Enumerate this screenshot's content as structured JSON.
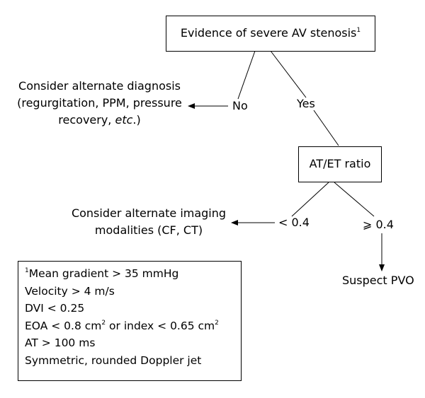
{
  "nodes": {
    "top": {
      "text": "Evidence of severe AV stenosis",
      "sup": "1"
    },
    "alt_diag": {
      "line1": "Consider alternate diagnosis",
      "line2": "(regurgitation, PPM, pressure",
      "line3_pre": "recovery, ",
      "line3_em": "etc",
      "line3_post": ".)"
    },
    "ratio": {
      "text": "AT/ET ratio"
    },
    "alt_imaging": {
      "line1": "Consider alternate imaging",
      "line2": "modalities (CF, CT)"
    },
    "pvo": {
      "text": "Suspect PVO"
    }
  },
  "edges": {
    "no": "No",
    "yes": "Yes",
    "lt": "< 0.4",
    "ge": "⩾ 0.4"
  },
  "footnote": {
    "l1_sup": "1",
    "l1": "Mean gradient > 35 mmHg",
    "l2": "Velocity > 4 m/s",
    "l3": "DVI < 0.25",
    "l4_a": "EOA < 0.8 cm",
    "l4_sup1": "2",
    "l4_b": " or index < 0.65 cm",
    "l4_sup2": "2",
    "l5": "AT > 100 ms",
    "l6": "Symmetric, rounded Doppler jet"
  }
}
